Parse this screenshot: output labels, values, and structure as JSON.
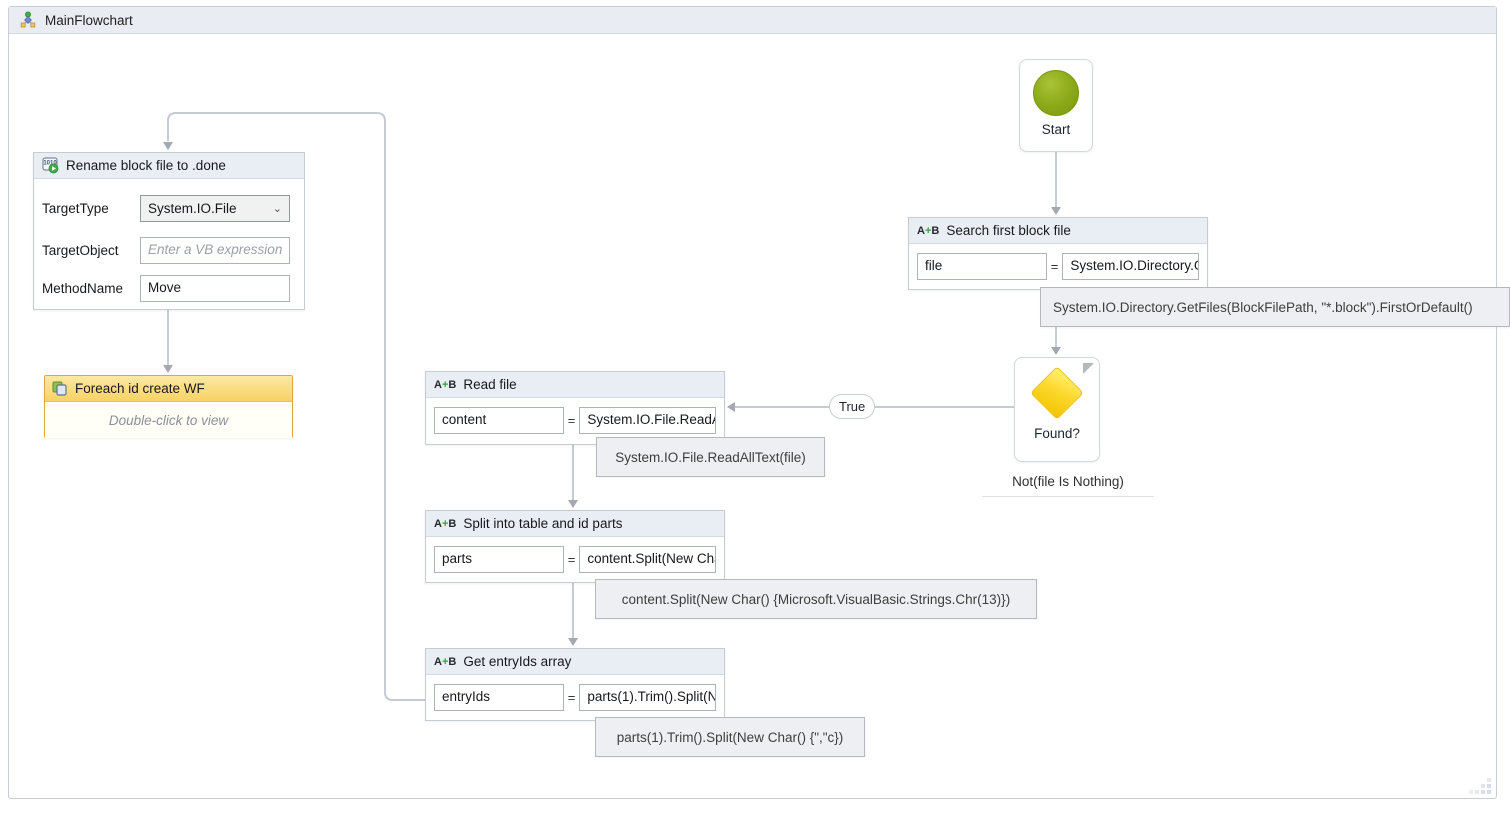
{
  "window": {
    "title": "MainFlowchart"
  },
  "ui": {
    "equals": "=",
    "assign_icon_a": "A",
    "assign_icon_plus": "+",
    "assign_icon_b": "B",
    "dropdown_chevron": "⌄"
  },
  "colors": {
    "titlebar_bg": "#e9edf3",
    "activity_header_bg": "#e9eef4",
    "start_green": "#8aa818",
    "decision_gold": "#f5c800",
    "foreach_border": "#dfa83a",
    "connector_gray": "#c6cad2",
    "tooltip_bg": "#edeff2"
  },
  "flow": {
    "start": {
      "label": "Start"
    },
    "search": {
      "title": "Search first block file",
      "to": "file",
      "expression": "System.IO.Directory.GetFiles(BlockFilePath, \"*.block\").FirstOrDefault()"
    },
    "found": {
      "label": "Found?",
      "condition": "Not(file Is Nothing)",
      "branch_true": "True"
    },
    "read": {
      "title": "Read file",
      "to": "content",
      "expression": "System.IO.File.ReadAllText(file)"
    },
    "split": {
      "title": "Split into table and id parts",
      "to": "parts",
      "expression": "content.Split(New Char() {Microsoft.VisualBasic.Strings.Chr(13)})"
    },
    "entryids": {
      "title": "Get entryIds array",
      "to": "entryIds",
      "expression": "parts(1).Trim().Split(New Char() {\",\"c})"
    },
    "rename": {
      "title": "Rename block file to .done",
      "target_type_label": "TargetType",
      "target_type_value": "System.IO.File",
      "target_object_label": "TargetObject",
      "target_object_placeholder": "Enter a VB expression",
      "method_name_label": "MethodName",
      "method_name_value": "Move"
    },
    "foreach": {
      "title": "Foreach id create WF",
      "body": "Double-click to view"
    }
  }
}
